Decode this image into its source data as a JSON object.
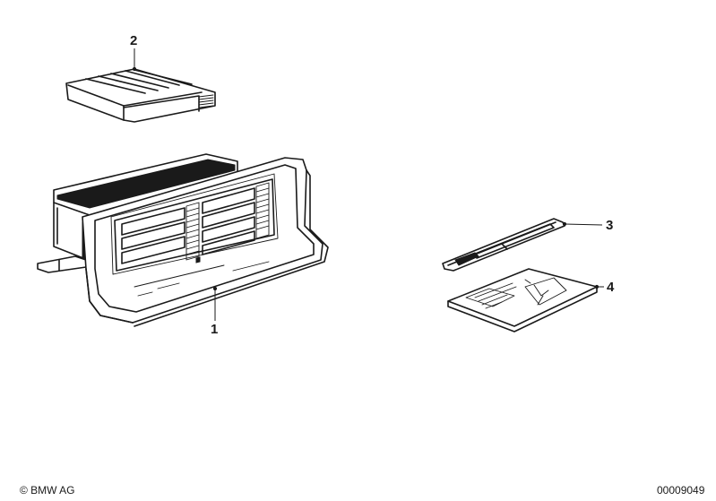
{
  "callouts": {
    "part_1": "1",
    "part_2": "2",
    "part_3": "3",
    "part_4": "4"
  },
  "footer": {
    "copyright": "© BMW AG",
    "diagram_number": "00009049"
  }
}
